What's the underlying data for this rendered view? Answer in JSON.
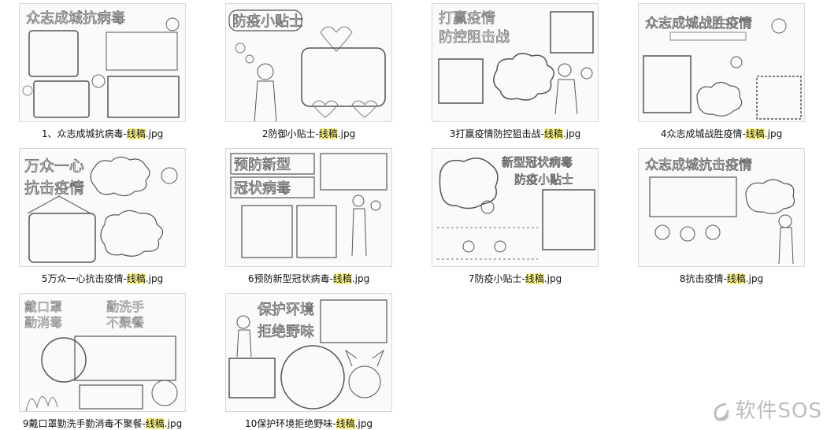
{
  "files": [
    {
      "name_prefix": "1、众志成城抗病毒-",
      "name_highlight": "线稿",
      "name_suffix": ".jpg",
      "thumb_title": "众志成城抗病毒"
    },
    {
      "name_prefix": "2防御小贴士-",
      "name_highlight": "线稿",
      "name_suffix": ".jpg",
      "thumb_title": "防疫小贴士"
    },
    {
      "name_prefix": "3打赢疫情防控狙击战-",
      "name_highlight": "线稿",
      "name_suffix": ".jpg",
      "thumb_title": "打赢疫情 防控阻击战"
    },
    {
      "name_prefix": "4众志成城战胜疫情-",
      "name_highlight": "线稿",
      "name_suffix": ".jpg",
      "thumb_title": "众志成城战胜疫情"
    },
    {
      "name_prefix": "5万众一心抗击疫情-",
      "name_highlight": "线稿",
      "name_suffix": ".jpg",
      "thumb_title": "万众一心 抗击疫情"
    },
    {
      "name_prefix": "6预防新型冠状病毒-",
      "name_highlight": "线稿",
      "name_suffix": ".jpg",
      "thumb_title": "预防新型 冠状病毒"
    },
    {
      "name_prefix": "7防疫小贴士-",
      "name_highlight": "线稿",
      "name_suffix": ".jpg",
      "thumb_title": "新型冠状病毒 防疫小贴士"
    },
    {
      "name_prefix": "8抗击疫情-",
      "name_highlight": "线稿",
      "name_suffix": ".jpg",
      "thumb_title": "众志成城抗击疫情"
    },
    {
      "name_prefix": "9戴口罩勤洗手勤消毒不聚餐-",
      "name_highlight": "线稿",
      "name_suffix": ".jpg",
      "thumb_title": "戴口罩 勤消毒 勤洗手 不聚餐"
    },
    {
      "name_prefix": "10保护环境拒绝野味-",
      "name_highlight": "线稿",
      "name_suffix": ".jpg",
      "thumb_title": "保护环境 拒绝野味"
    }
  ],
  "watermark": "软件SOS",
  "colors": {
    "highlight": "#fff78c",
    "thumb_border": "#d8d8d8",
    "watermark": "#bdbdbd"
  }
}
